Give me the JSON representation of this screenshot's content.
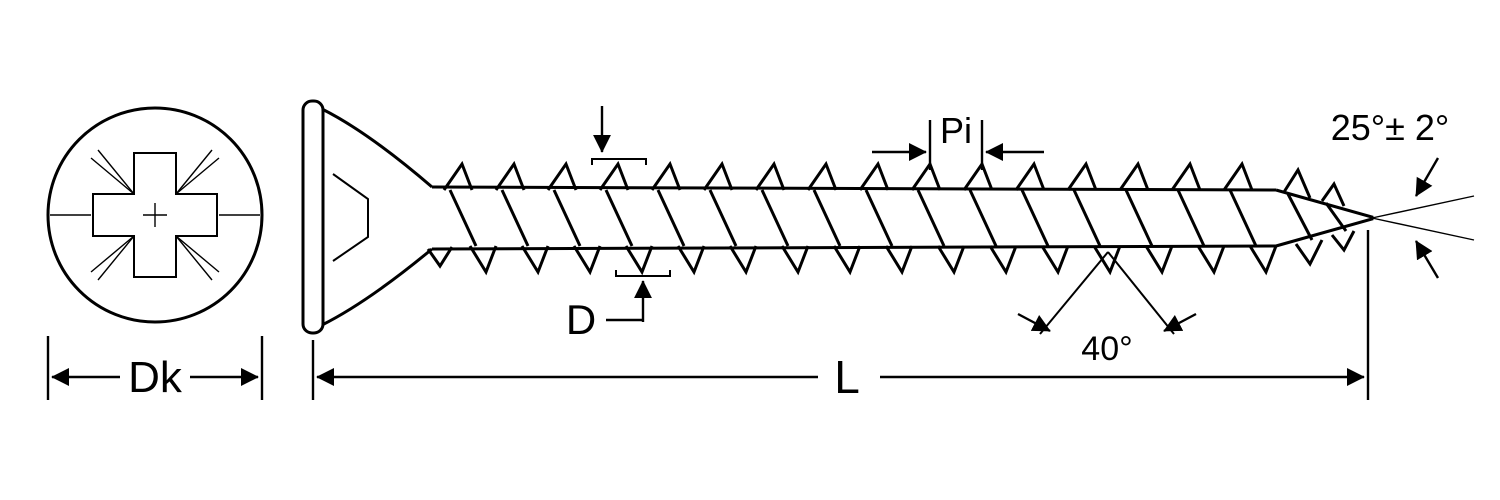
{
  "page": {
    "background": "#ffffff",
    "line_color": "#000000",
    "description": "Technical dimension drawing of a countersunk-head screw: head top view and threaded side view"
  },
  "labels": {
    "head_diameter": "Dk",
    "length": "L",
    "major_diameter": "D",
    "pitch": "Pi",
    "tip_angle": "25°± 2°",
    "thread_flank_angle": "40°"
  }
}
